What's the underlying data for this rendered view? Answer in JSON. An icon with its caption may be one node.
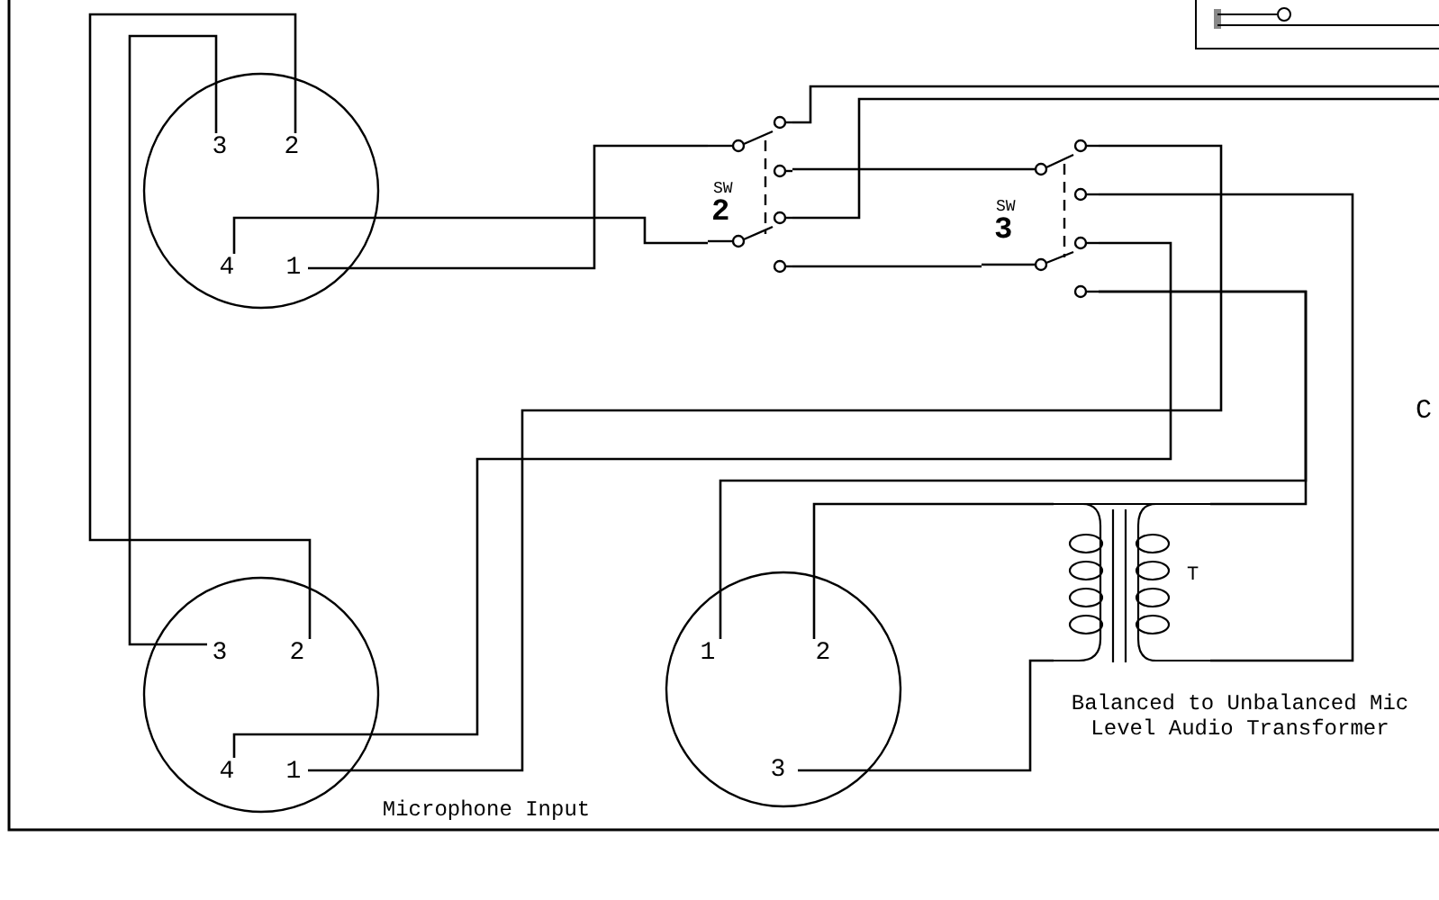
{
  "diagram": {
    "nodes": [
      {
        "text": [],
        "shape": "circle"
      },
      {
        "text": [
          "3"
        ],
        "in": 0
      },
      {
        "text": [
          "2"
        ],
        "in": 0
      },
      {
        "text": [
          "4"
        ],
        "in": 0
      },
      {
        "text": [
          "1"
        ],
        "in": 0
      },
      {
        "text": [
          "SW",
          "2"
        ]
      },
      {
        "text": [
          "SW",
          "3"
        ]
      },
      {
        "text": [],
        "shape": "circle",
        "beside": [
          "Microphone Input"
        ]
      },
      {
        "text": [
          "3"
        ],
        "in": 7
      },
      {
        "text": [
          "2"
        ],
        "in": 7
      },
      {
        "text": [
          "4"
        ],
        "in": 7
      },
      {
        "text": [
          "1"
        ],
        "in": 7
      },
      {
        "text": [],
        "shape": "circle"
      },
      {
        "text": [
          "1"
        ],
        "in": 12
      },
      {
        "text": [
          "2"
        ],
        "in": 12
      },
      {
        "text": [
          "3"
        ],
        "in": 12
      },
      {
        "text": [
          "T"
        ],
        "beside": [
          "Balanced to Unbalanced Mic Level Audio Transformer"
        ]
      }
    ],
    "edges": [
      {
        "from": 2,
        "to": 9,
        "arrow": "none"
      },
      {
        "from": 1,
        "to": 8,
        "arrow": "none"
      },
      {
        "from": 3,
        "to": 5,
        "arrow": "none"
      },
      {
        "from": 4,
        "to": 5,
        "arrow": "none"
      },
      {
        "from": 5,
        "to": null,
        "arrow": "none"
      },
      {
        "from": 5,
        "to": 6,
        "arrow": "none"
      },
      {
        "from": 5,
        "to": null,
        "arrow": "none"
      },
      {
        "from": 5,
        "to": 6,
        "arrow": "none"
      },
      {
        "from": 11,
        "to": 6,
        "arrow": "none"
      },
      {
        "from": 10,
        "to": 6,
        "arrow": "none"
      },
      {
        "from": 6,
        "to": 16,
        "arrow": "none"
      },
      {
        "from": 6,
        "to": 13,
        "arrow": "none"
      },
      {
        "from": 16,
        "to": 6,
        "arrow": "none"
      },
      {
        "from": 14,
        "to": 16,
        "arrow": "none"
      },
      {
        "from": 15,
        "to": 16,
        "arrow": "none"
      }
    ],
    "labels": [
      "C"
    ]
  }
}
